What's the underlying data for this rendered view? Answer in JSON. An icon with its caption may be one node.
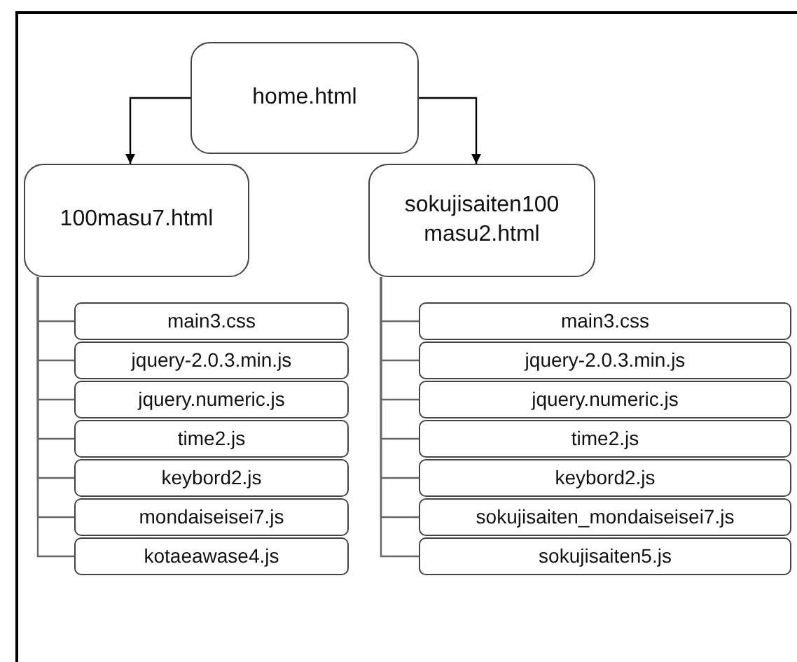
{
  "diagram": {
    "nodes": [
      {
        "text": [
          "home.html"
        ]
      },
      {
        "text": [
          "100masu7.html"
        ]
      },
      {
        "text": [
          "sokujisaiten100 masu2.html"
        ]
      },
      {
        "text": [
          "main3.css"
        ]
      },
      {
        "text": [
          "jquery-2.0.3.min.js"
        ]
      },
      {
        "text": [
          "jquery.numeric.js"
        ]
      },
      {
        "text": [
          "time2.js"
        ]
      },
      {
        "text": [
          "keybord2.js"
        ]
      },
      {
        "text": [
          "mondaiseisei7.js"
        ]
      },
      {
        "text": [
          "kotaeawase4.js"
        ]
      },
      {
        "text": [
          "main3.css"
        ]
      },
      {
        "text": [
          "jquery-2.0.3.min.js"
        ]
      },
      {
        "text": [
          "jquery.numeric.js"
        ]
      },
      {
        "text": [
          "time2.js"
        ]
      },
      {
        "text": [
          "keybord2.js"
        ]
      },
      {
        "text": [
          "sokujisaiten_mondaiseisei7.js"
        ]
      },
      {
        "text": [
          "sokujisaiten5.js"
        ]
      }
    ],
    "edges": [
      {
        "from": 0,
        "to": 1,
        "arrow": "to",
        "color": "#000000"
      },
      {
        "from": 0,
        "to": 2,
        "arrow": "to",
        "color": "#000000"
      },
      {
        "from": 1,
        "to": 3,
        "arrow": "none"
      },
      {
        "from": 1,
        "to": 4,
        "arrow": "none"
      },
      {
        "from": 1,
        "to": 5,
        "arrow": "none"
      },
      {
        "from": 1,
        "to": 6,
        "arrow": "none"
      },
      {
        "from": 1,
        "to": 7,
        "arrow": "none"
      },
      {
        "from": 1,
        "to": 8,
        "arrow": "none"
      },
      {
        "from": 1,
        "to": 9,
        "arrow": "none"
      },
      {
        "from": 2,
        "to": 10,
        "arrow": "none"
      },
      {
        "from": 2,
        "to": 11,
        "arrow": "none"
      },
      {
        "from": 2,
        "to": 12,
        "arrow": "none"
      },
      {
        "from": 2,
        "to": 13,
        "arrow": "none"
      },
      {
        "from": 2,
        "to": 14,
        "arrow": "none"
      },
      {
        "from": 2,
        "to": 15,
        "arrow": "none"
      },
      {
        "from": 2,
        "to": 16,
        "arrow": "none"
      }
    ]
  }
}
